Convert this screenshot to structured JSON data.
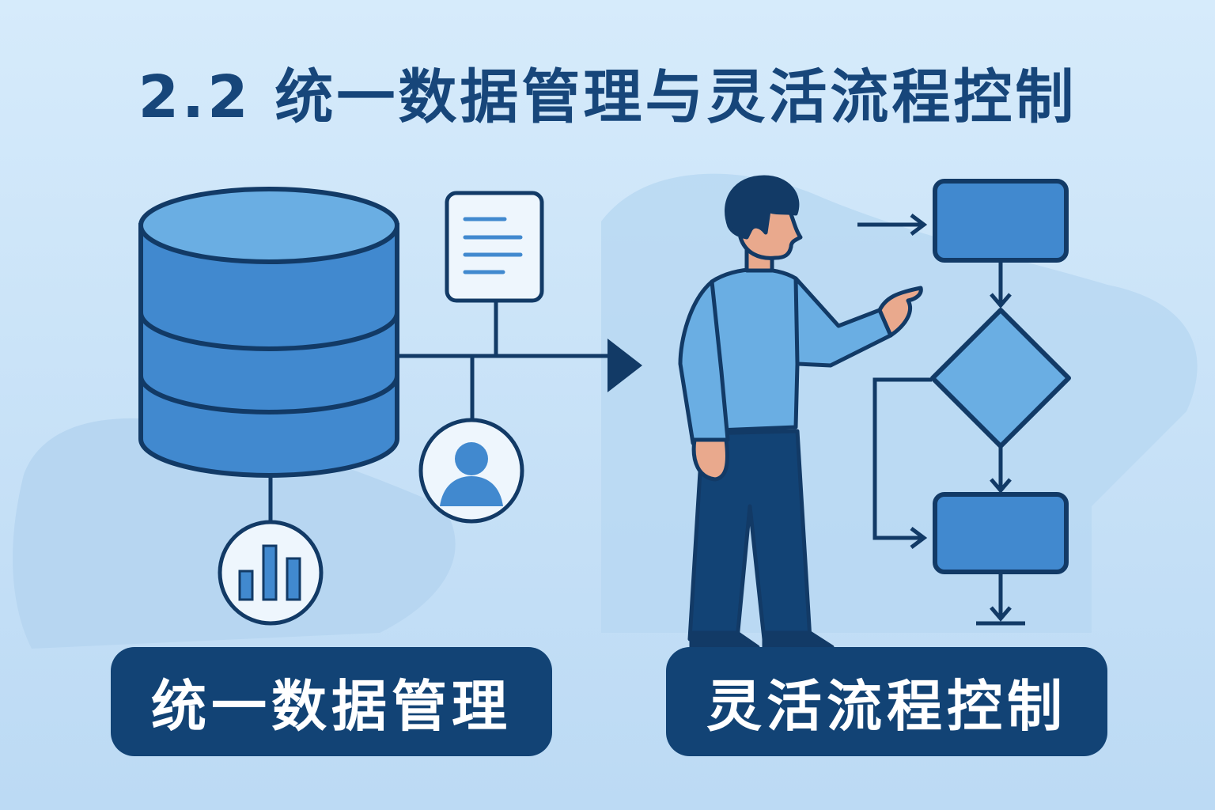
{
  "title": "2.2 统一数据管理与灵活流程控制",
  "left_label": "统一数据管理",
  "right_label": "灵活流程控制",
  "colors": {
    "dark_navy": "#124375",
    "outline": "#123a66",
    "mid_blue": "#4189cf",
    "light_blue": "#6aaee3",
    "background": "#d6ebfb",
    "skin": "#e9a98d"
  },
  "icons": [
    "database-icon",
    "document-icon",
    "user-icon",
    "bar-chart-icon",
    "person-illustration",
    "flowchart"
  ]
}
